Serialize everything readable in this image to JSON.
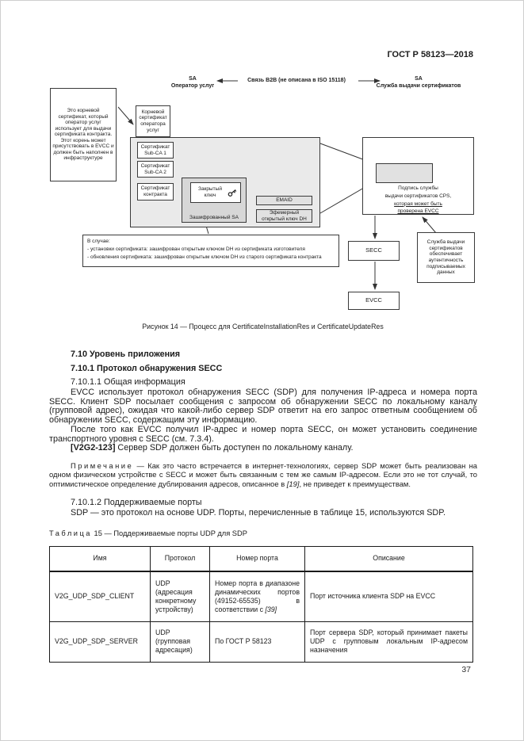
{
  "page": {
    "doc_number": "ГОСТ Р 58123—2018",
    "page_number": "37"
  },
  "colors": {
    "outer_block_fill": "#eaeaea",
    "inner_block_fill": "#d7d7d7",
    "small_block_fill": "#e1e1e1",
    "border": "#3a3a3a"
  },
  "diagram": {
    "actors": {
      "left_role": "SA",
      "left_name": "Оператор услуг",
      "link_label": "Связь B2B (не описана в ISO 15118)",
      "right_role": "SA",
      "right_name": "Служба выдачи сертификатов"
    },
    "root_note": "Это корневой сертификат, который оператор услуг использует для выдачи сертификата контракта. Этот корень может присутствовать в EVCC и должен быть наполнен в инфраструктуре",
    "root_cert": "Корневой сертификат оператора услуг",
    "sub_ca1": "Сертификат Sub-CA 1",
    "sub_ca2": "Сертификат Sub-CA 2",
    "contract_cert": "Сертификат контракта",
    "private_key": "Закрытый ключ",
    "private_key_icon": "key",
    "encrypted_sa": "Зашифрованный SA",
    "emaid": "EMAID",
    "ephemeral_key": "Эфемерный открытый ключ DH",
    "signature_lines": {
      "l1": "Подпись службы",
      "l2": "выдачи сертификатов CPS,",
      "l3": "которая может быть",
      "l4": "проверена EVCC"
    },
    "secc": "SECC",
    "evcc": "EVCC",
    "service_note": "Служба выдачи сертификатов обеспечивает аутентичность подписываемых данных",
    "case_note": {
      "l1": "В случае:",
      "l2": "- установки сертификата: зашифрован открытым ключом DH из сертификата изготовителя",
      "l3": "- обновления сертификата: зашифрован открытым ключом DH из старого сертификата контракта"
    },
    "caption": "Рисунок 14 — Процесс для CertificateInstallationRes и CertificateUpdateRes"
  },
  "sections": {
    "h710": "7.10 Уровень приложения",
    "h7101": "7.10.1 Протокол обнаружения SECC",
    "h71011": "7.10.1.1 Общая информация",
    "p1": "EVCC использует протокол обнаружения SECC (SDP) для получения IP-адреса и номера порта SECC. Клиент SDP посылает сообщения с запросом об обнаружении SECC по локальному каналу (групповой адрес), ожидая что какой-либо сервер SDP ответит на его запрос ответным сообщением об обнаружении SECC, содержащим эту информацию.",
    "p2": "После того как EVCC получил IP-адрес и номер порта SECC, он может установить соединение транспортного уровня с SECC (см. 7.3.4).",
    "req_tag": "[V2G2-123]",
    "req_text": " Сервер SDP должен быть доступен по локальному каналу.",
    "note_label": "Примечание",
    "note_text_1": " — Как это часто встречается в интернет-технологиях, сервер SDP может быть реализован на одном физическом устройстве с SECC и может быть связанным с тем же самым IP-адресом. Если это не тот случай, то оптимистическое определение дублирования адресов, описанное в ",
    "note_ref": "[19]",
    "note_text_2": ", не приведет к преимуществам.",
    "h71012": "7.10.1.2 Поддерживаемые порты",
    "p3": "SDP — это протокол на основе UDP. Порты, перечисленные в таблице 15, используются SDP."
  },
  "table": {
    "title_label": "Таблица",
    "title_rest": "15 — Поддерживаемые порты UDP для SDP",
    "headers": [
      "Имя",
      "Протокол",
      "Номер порта",
      "Описание"
    ],
    "rows": [
      {
        "name": "V2G_UDP_SDP_CLIENT",
        "protocol": "UDP (адресация конкретному устройству)",
        "port_text": "Номер порта в диапазоне динамических портов (49152-65535) в соответствии с ",
        "port_ref": "[39]",
        "description": "Порт источника клиента SDP на EVCC"
      },
      {
        "name": "V2G_UDP_SDP_SERVER",
        "protocol": "UDP (групповая адресация)",
        "port_text": "По ГОСТ Р 58123",
        "port_ref": "",
        "description": "Порт сервера SDP, который принимает пакеты UDP с групповым локальным IP-адресом назначения"
      }
    ]
  }
}
